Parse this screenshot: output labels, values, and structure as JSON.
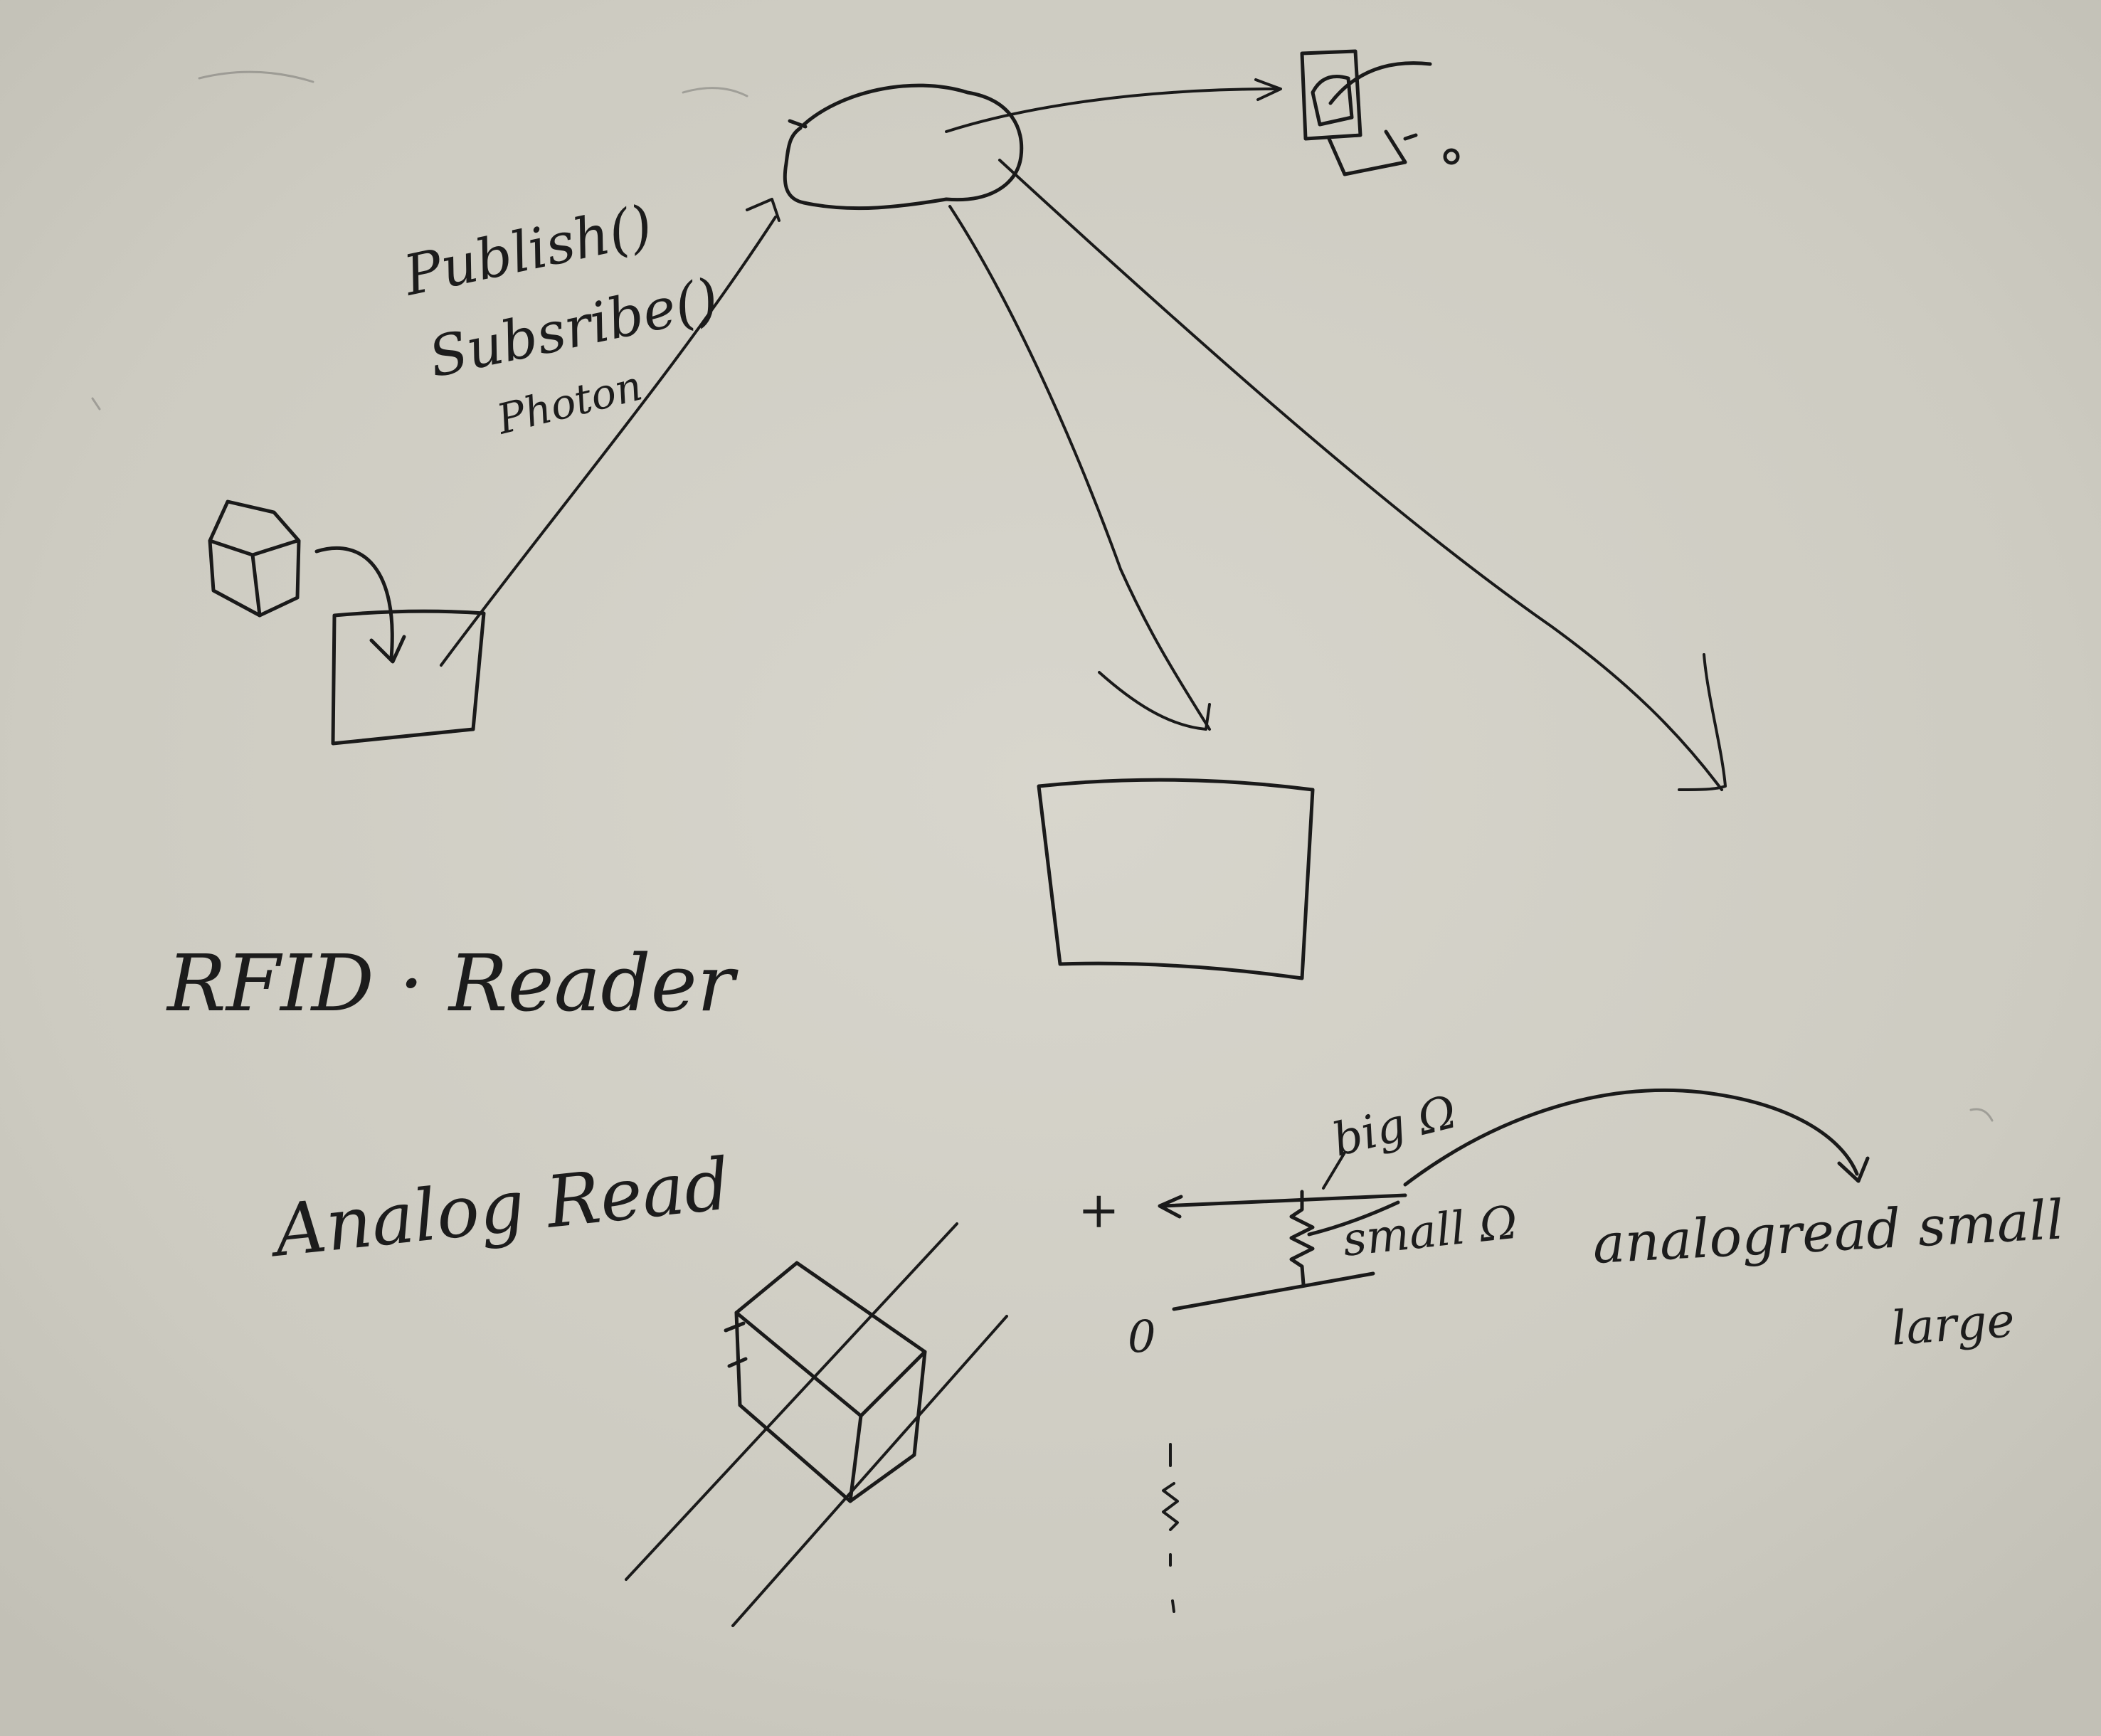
{
  "scene": {
    "description_type": "whiteboard-sketch",
    "board_color": "#cfcdc3",
    "ink_color": "#1a1a1a"
  },
  "labels": {
    "publish": "Publish()",
    "subscribe": "Subsribe()",
    "photon": "Photon",
    "rfid": "RFID · Reader",
    "analog_read": "Analog Read",
    "big": "big Ω",
    "small": "small Ω",
    "analogread_small": "analogread small",
    "large": "large",
    "plus": "+",
    "zero": "0"
  }
}
